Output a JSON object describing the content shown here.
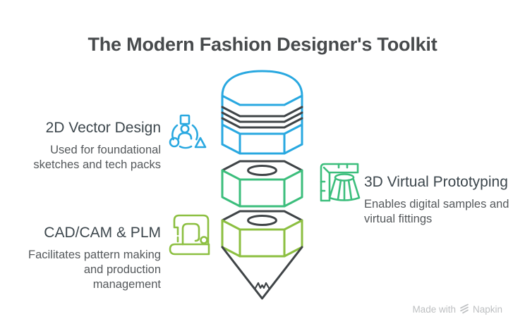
{
  "title": "The Modern Fashion Designer's Toolkit",
  "colors": {
    "blue": "#29A8E0",
    "emerald": "#3CBE7C",
    "yellowGreen": "#8CBF41",
    "dark": "#3F4447",
    "heading": "#3D474D",
    "body": "#54585B",
    "title": "#474A4C",
    "watermark": "#BDBFC1"
  },
  "items": [
    {
      "label": "2D Vector Design",
      "desc": [
        "Used for foundational",
        "sketches and tech packs"
      ],
      "icon": "vector-design-person-shapes-icon",
      "color": "#29A8E0",
      "side": "left"
    },
    {
      "label": "3D Virtual Prototyping",
      "desc": [
        "Enables digital samples and",
        "virtual fittings"
      ],
      "icon": "ruler-skirt-icon",
      "color": "#3CBE7C",
      "side": "right"
    },
    {
      "label": "CAD/CAM & PLM",
      "desc": [
        "Facilitates pattern making",
        "and production management"
      ],
      "icon": "sewing-machine-icon",
      "color": "#8CBF41",
      "side": "left"
    }
  ],
  "pencil": {
    "segments": [
      {
        "name": "eraser-cap",
        "color_key": "blue"
      },
      {
        "name": "ferrule-bands",
        "color_key": "dark"
      },
      {
        "name": "upper-hex-segment",
        "color_key": "blue"
      },
      {
        "name": "middle-hex-segment",
        "color_key": "emerald"
      },
      {
        "name": "lower-hex-segment",
        "color_key": "yellowGreen"
      },
      {
        "name": "tip-cone",
        "color_key": "dark"
      }
    ]
  },
  "watermark": {
    "prefix": "Made with",
    "brand": "Napkin"
  }
}
